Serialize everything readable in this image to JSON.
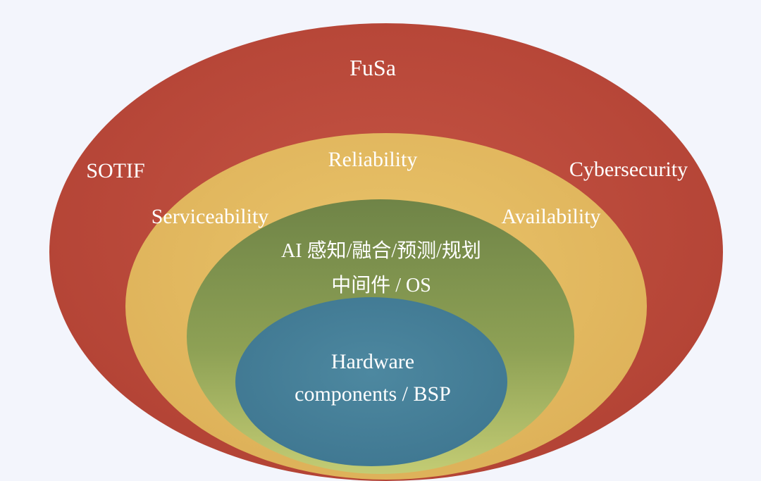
{
  "diagram": {
    "rings": [
      {
        "id": "outer",
        "color": "#bb4a3b"
      },
      {
        "id": "yellow",
        "color": "#e3b85e"
      },
      {
        "id": "green",
        "color": "#7e944f"
      },
      {
        "id": "blue",
        "color": "#48819a"
      }
    ],
    "labels": {
      "fusa": "FuSa",
      "sotif": "SOTIF",
      "cybersecurity": "Cybersecurity",
      "reliability": "Reliability",
      "serviceability": "Serviceability",
      "availability": "Availability",
      "ai_stack": "AI 感知/融合/预测/规划",
      "middleware": "中间件 / OS",
      "hardware_line1": "Hardware",
      "hardware_line2": "components / BSP"
    }
  }
}
